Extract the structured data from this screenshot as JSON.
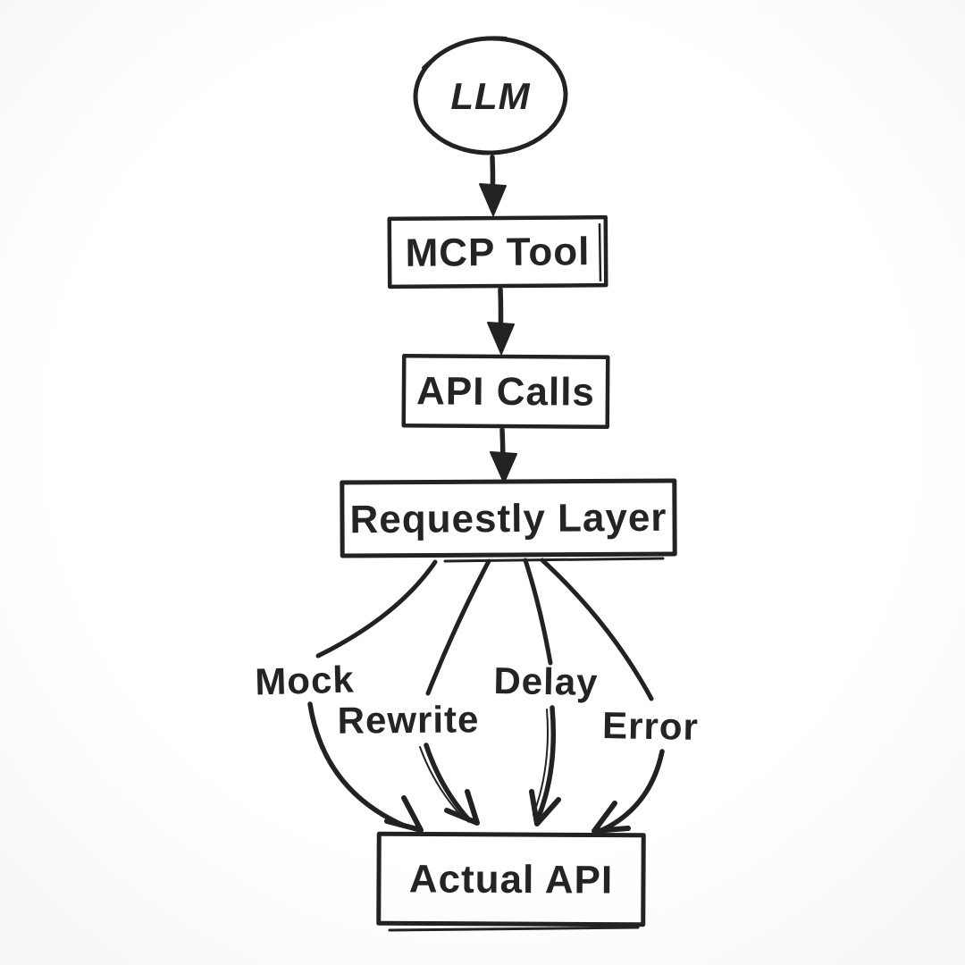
{
  "diagram": {
    "type": "flowchart",
    "style": "hand-drawn sketch, black ink on white",
    "colors": {
      "ink": "#222222",
      "background": "#ffffff"
    },
    "nodes": [
      {
        "id": "llm",
        "label": "LLM",
        "shape": "ellipse"
      },
      {
        "id": "mcp-tool",
        "label": "MCP Tool",
        "shape": "rect"
      },
      {
        "id": "api-calls",
        "label": "API Calls",
        "shape": "rect"
      },
      {
        "id": "requestly-layer",
        "label": "Requestly Layer",
        "shape": "rect"
      },
      {
        "id": "actual-api",
        "label": "Actual API",
        "shape": "rect"
      }
    ],
    "edges": [
      {
        "from": "llm",
        "to": "mcp-tool",
        "label": ""
      },
      {
        "from": "mcp-tool",
        "to": "api-calls",
        "label": ""
      },
      {
        "from": "api-calls",
        "to": "requestly-layer",
        "label": ""
      },
      {
        "from": "requestly-layer",
        "to": "actual-api",
        "label": "Mock"
      },
      {
        "from": "requestly-layer",
        "to": "actual-api",
        "label": "Rewrite"
      },
      {
        "from": "requestly-layer",
        "to": "actual-api",
        "label": "Delay"
      },
      {
        "from": "requestly-layer",
        "to": "actual-api",
        "label": "Error"
      }
    ]
  }
}
